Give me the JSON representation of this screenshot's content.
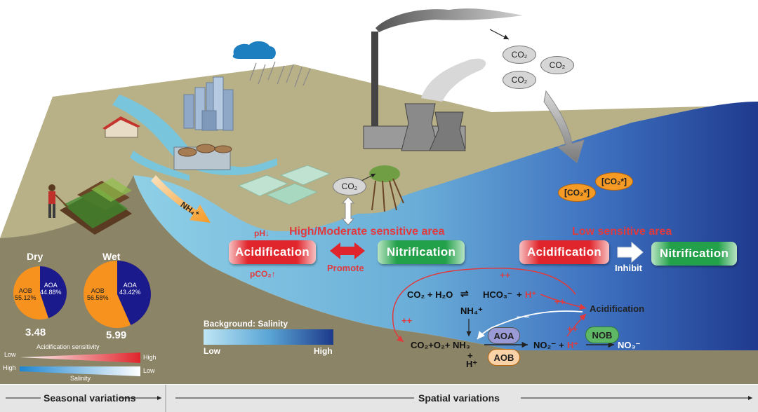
{
  "clouds": {
    "left": "CO₂",
    "right": "CO₂",
    "lower": "CO₂",
    "near_mangrove": "CO₂"
  },
  "ocean": {
    "top": "[CO₂*]",
    "bottom": "[CO₂*]"
  },
  "runoff": {
    "label": "NH₄⁺"
  },
  "high_area": {
    "title": "High/Moderate sensitive area",
    "ph": "pH↓",
    "pco2": "pCO₂↑",
    "acid": "Acidification",
    "nitr": "Nitrification",
    "promote": "Promote"
  },
  "low_area": {
    "title": "Low sensitive area",
    "acid": "Acidification",
    "nitr": "Nitrification",
    "inhibit": "Inhibit"
  },
  "pies": {
    "dry": {
      "title": "Dry",
      "aob_label": "AOB",
      "aob_pct": "55.12%",
      "aoa_label": "AOA",
      "aoa_pct": "44.88%",
      "aob_value": 55.12,
      "aoa_value": 44.88,
      "sensitivity": "3.48"
    },
    "wet": {
      "title": "Wet",
      "aob_label": "AOB",
      "aob_pct": "56.58%",
      "aoa_label": "AOA",
      "aoa_pct": "43.42%",
      "aob_value": 56.58,
      "aoa_value": 43.42,
      "sensitivity": "5.99"
    }
  },
  "acid_bar": {
    "low": "Low",
    "high": "High",
    "caption": "Acidification sensitivity"
  },
  "sal_bar": {
    "high": "High",
    "low": "Low",
    "caption": "Salinity"
  },
  "legend": {
    "title": "Background: Salinity",
    "low": "Low",
    "high": "High"
  },
  "reactions": {
    "eq1_left": "CO₂ + H₂O",
    "eq1_right": "HCO₃⁻",
    "eq1_plus": "+",
    "eq1_h": "H⁺",
    "nh4": "NH₄⁺",
    "eq2_left": "CO₂+O₂+ NH₃",
    "h_below": "H⁺",
    "plus_below": "+",
    "aoa": "AOA",
    "aob": "AOB",
    "no2": "NO₂⁻",
    "eq2_plus": "+",
    "eq2_h": "H⁺",
    "nob": "NOB",
    "no3": "NO₃⁻",
    "acidification": "Acidification",
    "pp1": "++",
    "pp2": "++",
    "pp3": "++",
    "pp4": "++",
    "minus": "– –"
  },
  "bottom": {
    "left": "Seasonal variations",
    "right": "Spatial variations"
  },
  "colors": {
    "red": "#e03a3e",
    "green": "#23a04a",
    "aob": "#f7921e",
    "aoa": "#1a1a8c",
    "ocean": "#2d5aa8",
    "river": "#79c6dc",
    "land": "#b8b087"
  }
}
